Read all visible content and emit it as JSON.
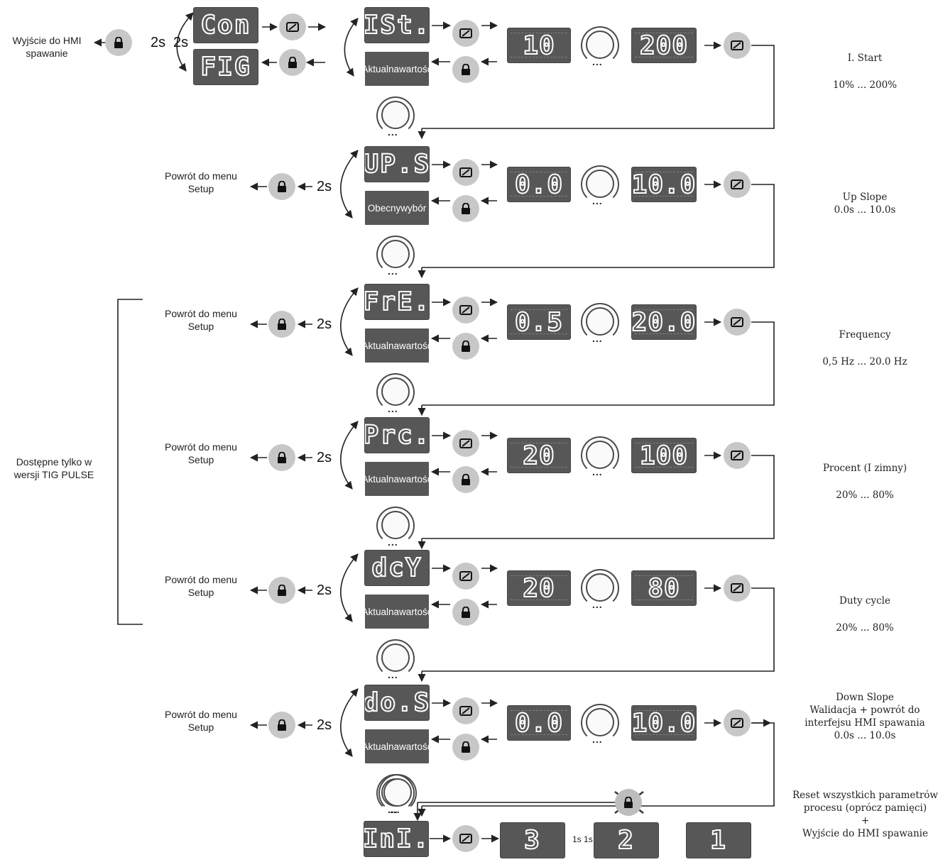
{
  "colors": {
    "lcd_bg": "#575757",
    "button_bg": "#c7c7c7",
    "line": "#333333"
  },
  "left": {
    "exit_hmi": [
      "Wyjście do HMI",
      "spawanie"
    ],
    "back_setup": [
      "Powrót do menu",
      "Setup"
    ],
    "tig_pulse": [
      "Dostępne tylko w",
      "wersji TIG PULSE"
    ]
  },
  "timing": {
    "two_s": "2s",
    "one_s": "1s"
  },
  "top": {
    "con": "Con",
    "fig": "FIG"
  },
  "boxes": {
    "aktualna": [
      "Aktualna",
      "wartość"
    ],
    "obecny": [
      "Obecny",
      "wybór"
    ]
  },
  "rows": [
    {
      "code": "ISt.",
      "lower": "aktualna",
      "min": "10",
      "max": "200",
      "title": "I. Start",
      "range": "10% ... 200%"
    },
    {
      "code": "UP.S",
      "lower": "obecny",
      "min": "0.0",
      "max": "10.0",
      "title": "Up Slope",
      "range": "0.0s ... 10.0s"
    },
    {
      "code": "FrE.",
      "lower": "aktualna",
      "min": "0.5",
      "max": "20.0",
      "title": "Frequency",
      "range": "0,5 Hz ... 20.0 Hz"
    },
    {
      "code": "Prc.",
      "lower": "aktualna",
      "min": "20",
      "max": "100",
      "title": "Procent (I zimny)",
      "range": "20% ... 80%"
    },
    {
      "code": "dcY",
      "lower": "aktualna",
      "min": "20",
      "max": "80",
      "title": "Duty cycle",
      "range": "20% ... 80%"
    },
    {
      "code": "do.S",
      "lower": "aktualna",
      "min": "0.0",
      "max": "10.0",
      "title": "Down Slope",
      "extra": [
        "Walidacja + powrót do",
        "interfejsu HMI spawania"
      ],
      "range": "0.0s ... 10.0s"
    }
  ],
  "reset": {
    "code": "InI.",
    "countdown": [
      "3",
      "2",
      "1"
    ],
    "text": [
      "Reset wszystkich parametrów",
      "procesu (oprócz pamięci)",
      "+",
      "Wyjście do HMI spawanie"
    ]
  },
  "icons": {
    "enter": "enter-icon",
    "lock": "lock-icon",
    "knob": "rotary-knob-icon"
  }
}
